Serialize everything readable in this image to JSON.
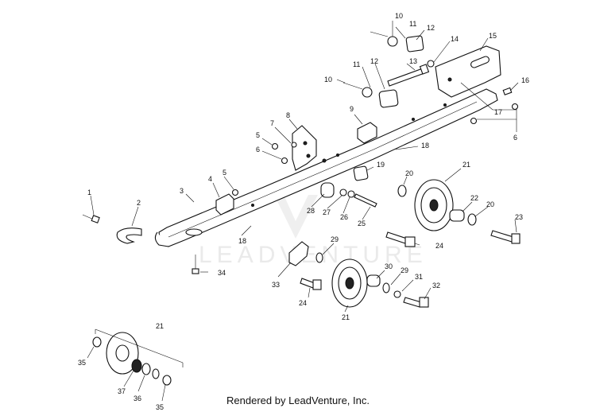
{
  "watermark": {
    "text": "LEADVENTURE"
  },
  "footer": {
    "text": "Rendered by LeadVenture, Inc."
  },
  "callouts": [
    {
      "id": "c10a",
      "label": "10"
    },
    {
      "id": "c11a",
      "label": "11"
    },
    {
      "id": "c12a",
      "label": "12"
    },
    {
      "id": "c14",
      "label": "14"
    },
    {
      "id": "c15",
      "label": "15"
    },
    {
      "id": "c13",
      "label": "13"
    },
    {
      "id": "c11b",
      "label": "11"
    },
    {
      "id": "c12b",
      "label": "12"
    },
    {
      "id": "c10b",
      "label": "10"
    },
    {
      "id": "c16",
      "label": "16"
    },
    {
      "id": "c17",
      "label": "17"
    },
    {
      "id": "c6a",
      "label": "6"
    },
    {
      "id": "c9",
      "label": "9"
    },
    {
      "id": "c8",
      "label": "8"
    },
    {
      "id": "c7",
      "label": "7"
    },
    {
      "id": "c5a",
      "label": "5"
    },
    {
      "id": "c6b",
      "label": "6"
    },
    {
      "id": "c18a",
      "label": "18"
    },
    {
      "id": "c19",
      "label": "19"
    },
    {
      "id": "c20a",
      "label": "20"
    },
    {
      "id": "c21a",
      "label": "21"
    },
    {
      "id": "c4",
      "label": "4"
    },
    {
      "id": "c5b",
      "label": "5"
    },
    {
      "id": "c3",
      "label": "3"
    },
    {
      "id": "c1",
      "label": "1"
    },
    {
      "id": "c2",
      "label": "2"
    },
    {
      "id": "c28",
      "label": "28"
    },
    {
      "id": "c27",
      "label": "27"
    },
    {
      "id": "c26",
      "label": "26"
    },
    {
      "id": "c25",
      "label": "25"
    },
    {
      "id": "c22",
      "label": "22"
    },
    {
      "id": "c20b",
      "label": "20"
    },
    {
      "id": "c23",
      "label": "23"
    },
    {
      "id": "c18b",
      "label": "18"
    },
    {
      "id": "c24a",
      "label": "24"
    },
    {
      "id": "c29a",
      "label": "29"
    },
    {
      "id": "c34",
      "label": "34"
    },
    {
      "id": "c33",
      "label": "33"
    },
    {
      "id": "c24b",
      "label": "24"
    },
    {
      "id": "c30",
      "label": "30"
    },
    {
      "id": "c29b",
      "label": "29"
    },
    {
      "id": "c31",
      "label": "31"
    },
    {
      "id": "c32",
      "label": "32"
    },
    {
      "id": "c21b",
      "label": "21"
    },
    {
      "id": "c21c",
      "label": "21"
    },
    {
      "id": "c35a",
      "label": "35"
    },
    {
      "id": "c37",
      "label": "37"
    },
    {
      "id": "c36",
      "label": "36"
    },
    {
      "id": "c35b",
      "label": "35"
    }
  ]
}
